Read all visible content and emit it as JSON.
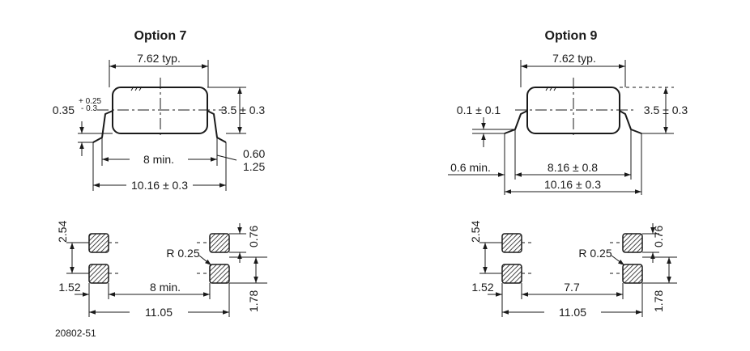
{
  "option7": {
    "title": "Option 7",
    "width_typ": "7.62 typ.",
    "height": "3.5 ± 0.3",
    "standoff_main": "0.35",
    "standoff_plus": "+ 0.25",
    "standoff_minus": "- 0.3",
    "inner_min": "8 min.",
    "lead_a": "0.60",
    "lead_b": "1.25",
    "overall": "10.16 ± 0.3",
    "pad_pitch": "2.54",
    "pad_height": "0.76",
    "pad_radius": "R 0.25",
    "pad_width": "1.52",
    "pad_gap": "8 min.",
    "pad_overall": "11.05",
    "pad_length": "1.78"
  },
  "option9": {
    "title": "Option 9",
    "width_typ": "7.62 typ.",
    "height": "3.5 ± 0.3",
    "standoff": "0.1 ± 0.1",
    "lead_min": "0.6 min.",
    "inner": "8.16 ± 0.8",
    "overall": "10.16 ± 0.3",
    "pad_pitch": "2.54",
    "pad_height": "0.76",
    "pad_radius": "R 0.25",
    "pad_width": "1.52",
    "pad_gap": "7.7",
    "pad_overall": "11.05",
    "pad_length": "1.78"
  },
  "figure_id": "20802-51"
}
